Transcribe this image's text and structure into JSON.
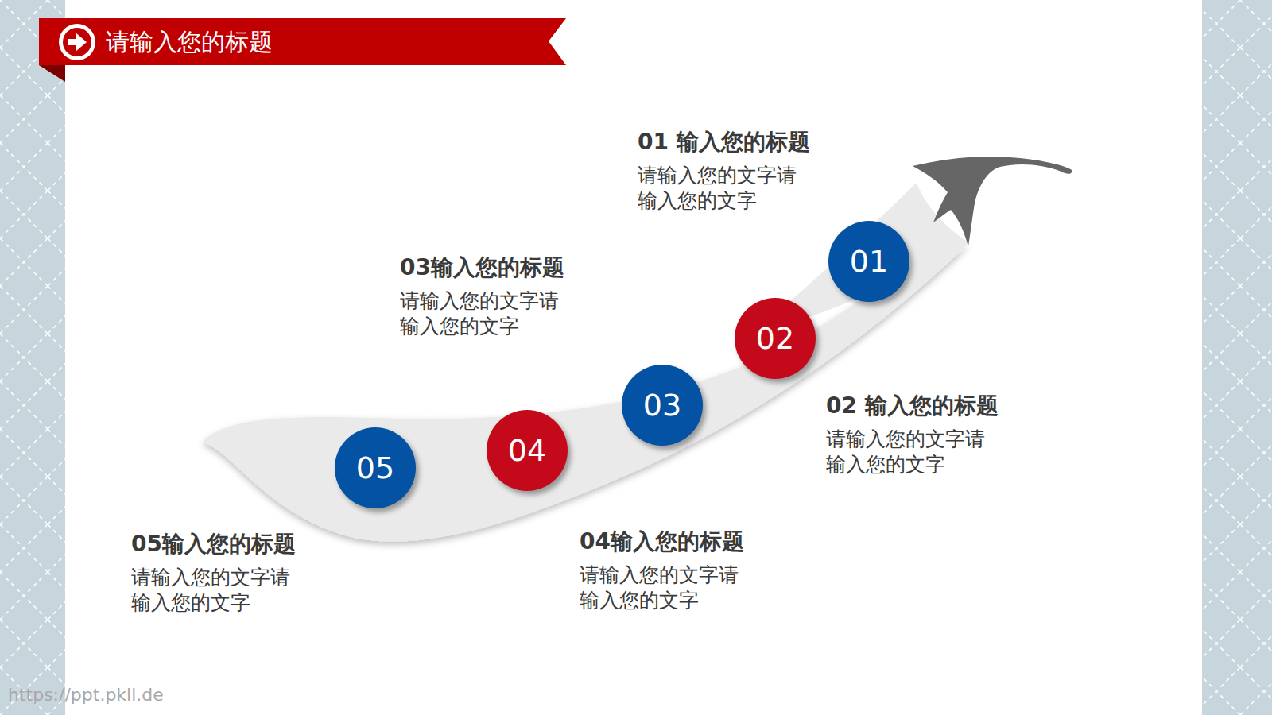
{
  "diagram": {
    "title": "请输入您的标题",
    "nodes": [
      {
        "text": [
          "01"
        ]
      },
      {
        "text": [
          "02"
        ]
      },
      {
        "text": [
          "03"
        ]
      },
      {
        "text": [
          "04"
        ]
      },
      {
        "text": [
          "05"
        ]
      }
    ],
    "labels": [
      "01 输入您的标题",
      "请输入您的文字请 输入您的文字",
      "03输入您的标题",
      "请输入您的文字请 输入您的文字",
      "02 输入您的标题",
      "请输入您的文字请 输入您的文字",
      "05输入您的标题",
      "请输入您的文字请 输入您的文字",
      "04输入您的标题",
      "请输入您的文字请 输入您的文字",
      "https://ppt.pkll.de"
    ]
  }
}
